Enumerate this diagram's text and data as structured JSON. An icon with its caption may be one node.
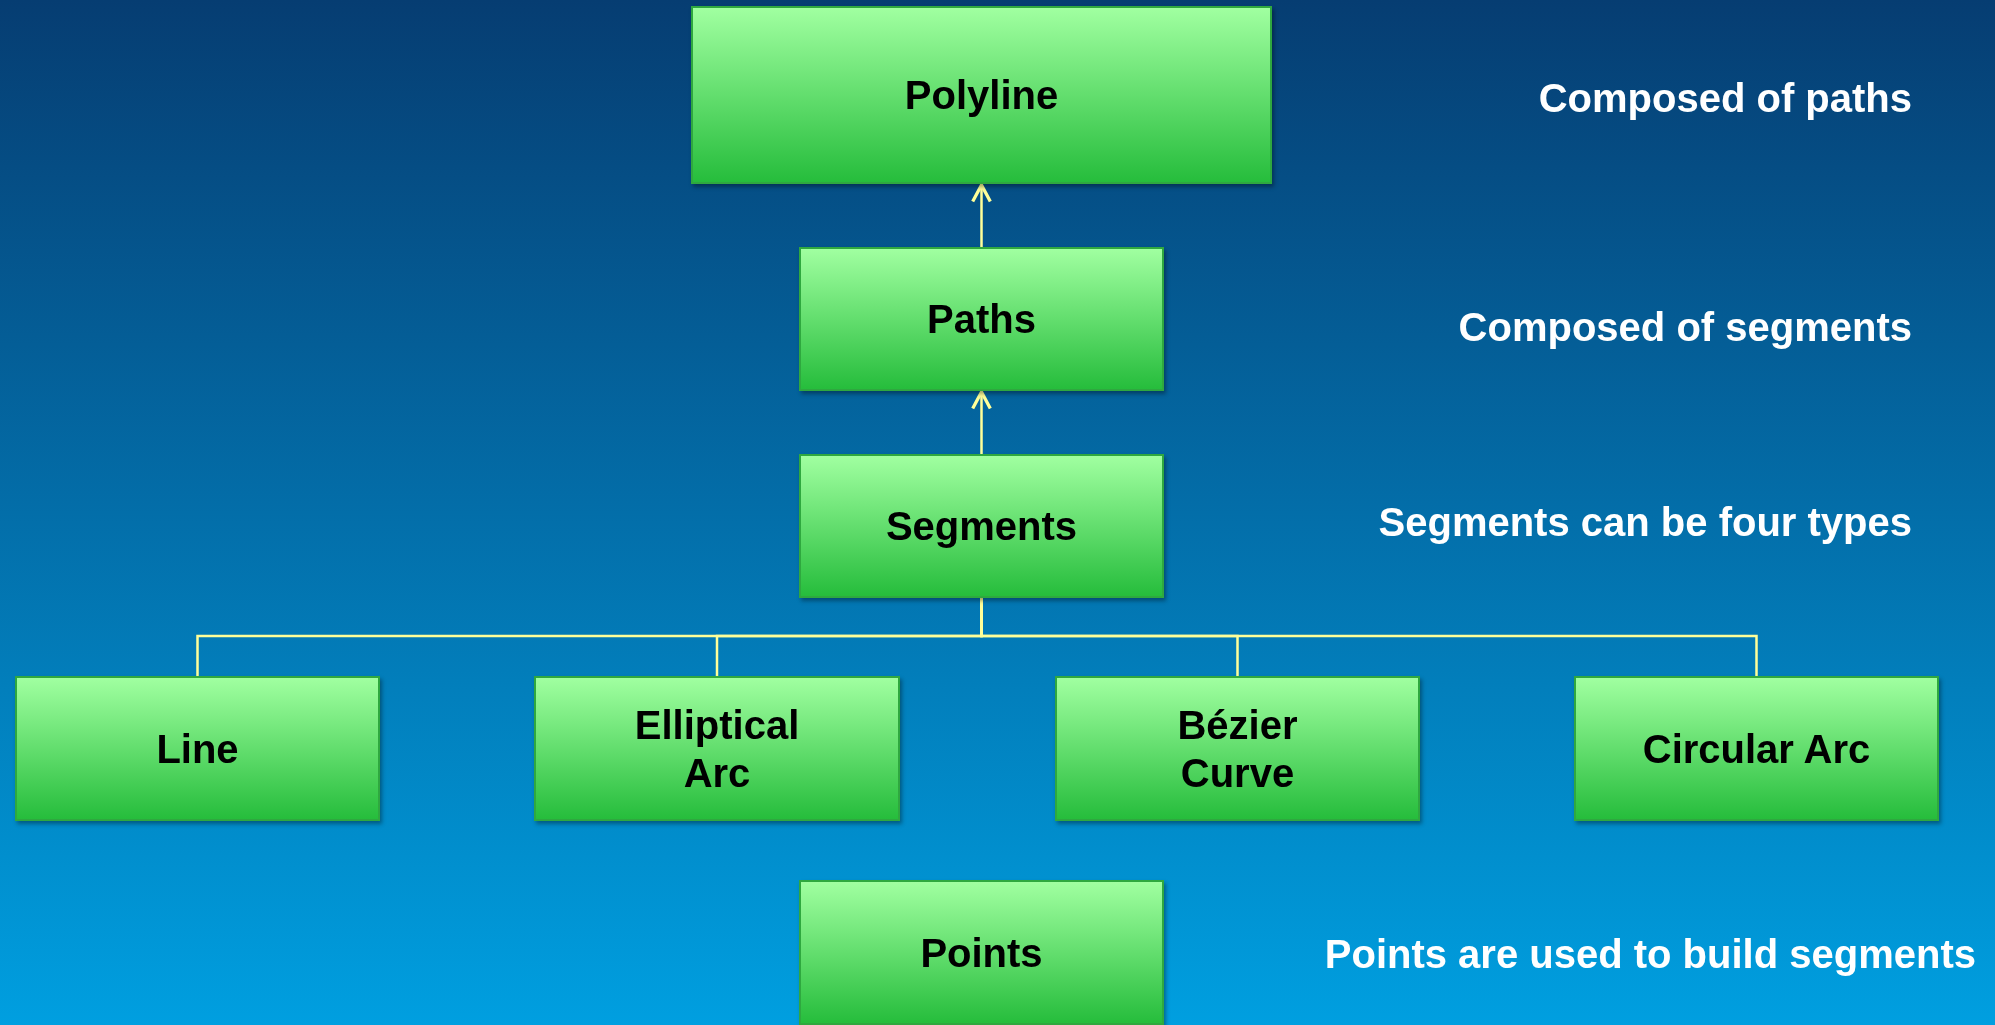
{
  "diagram": {
    "nodes": [
      {
        "text": [
          "Polyline"
        ]
      },
      {
        "text": [
          "Paths"
        ]
      },
      {
        "text": [
          "Segments"
        ]
      },
      {
        "text": [
          "Line"
        ]
      },
      {
        "text": [
          "Elliptical Arc"
        ]
      },
      {
        "text": [
          "Bézier Curve"
        ]
      },
      {
        "text": [
          "Circular Arc"
        ]
      },
      {
        "text": [
          "Points"
        ]
      }
    ],
    "edges": [
      {
        "from": 1,
        "to": 0,
        "arrow": "to"
      },
      {
        "from": 2,
        "to": 1,
        "arrow": "to"
      },
      {
        "from": 2,
        "to": 3,
        "arrow": "none"
      },
      {
        "from": 2,
        "to": 4,
        "arrow": "none"
      },
      {
        "from": 2,
        "to": 5,
        "arrow": "none"
      },
      {
        "from": 2,
        "to": 6,
        "arrow": "none"
      }
    ],
    "labels": [
      "Composed of paths",
      "Composed of segments",
      "Segments can be four types",
      "Points are used to build segments"
    ]
  }
}
